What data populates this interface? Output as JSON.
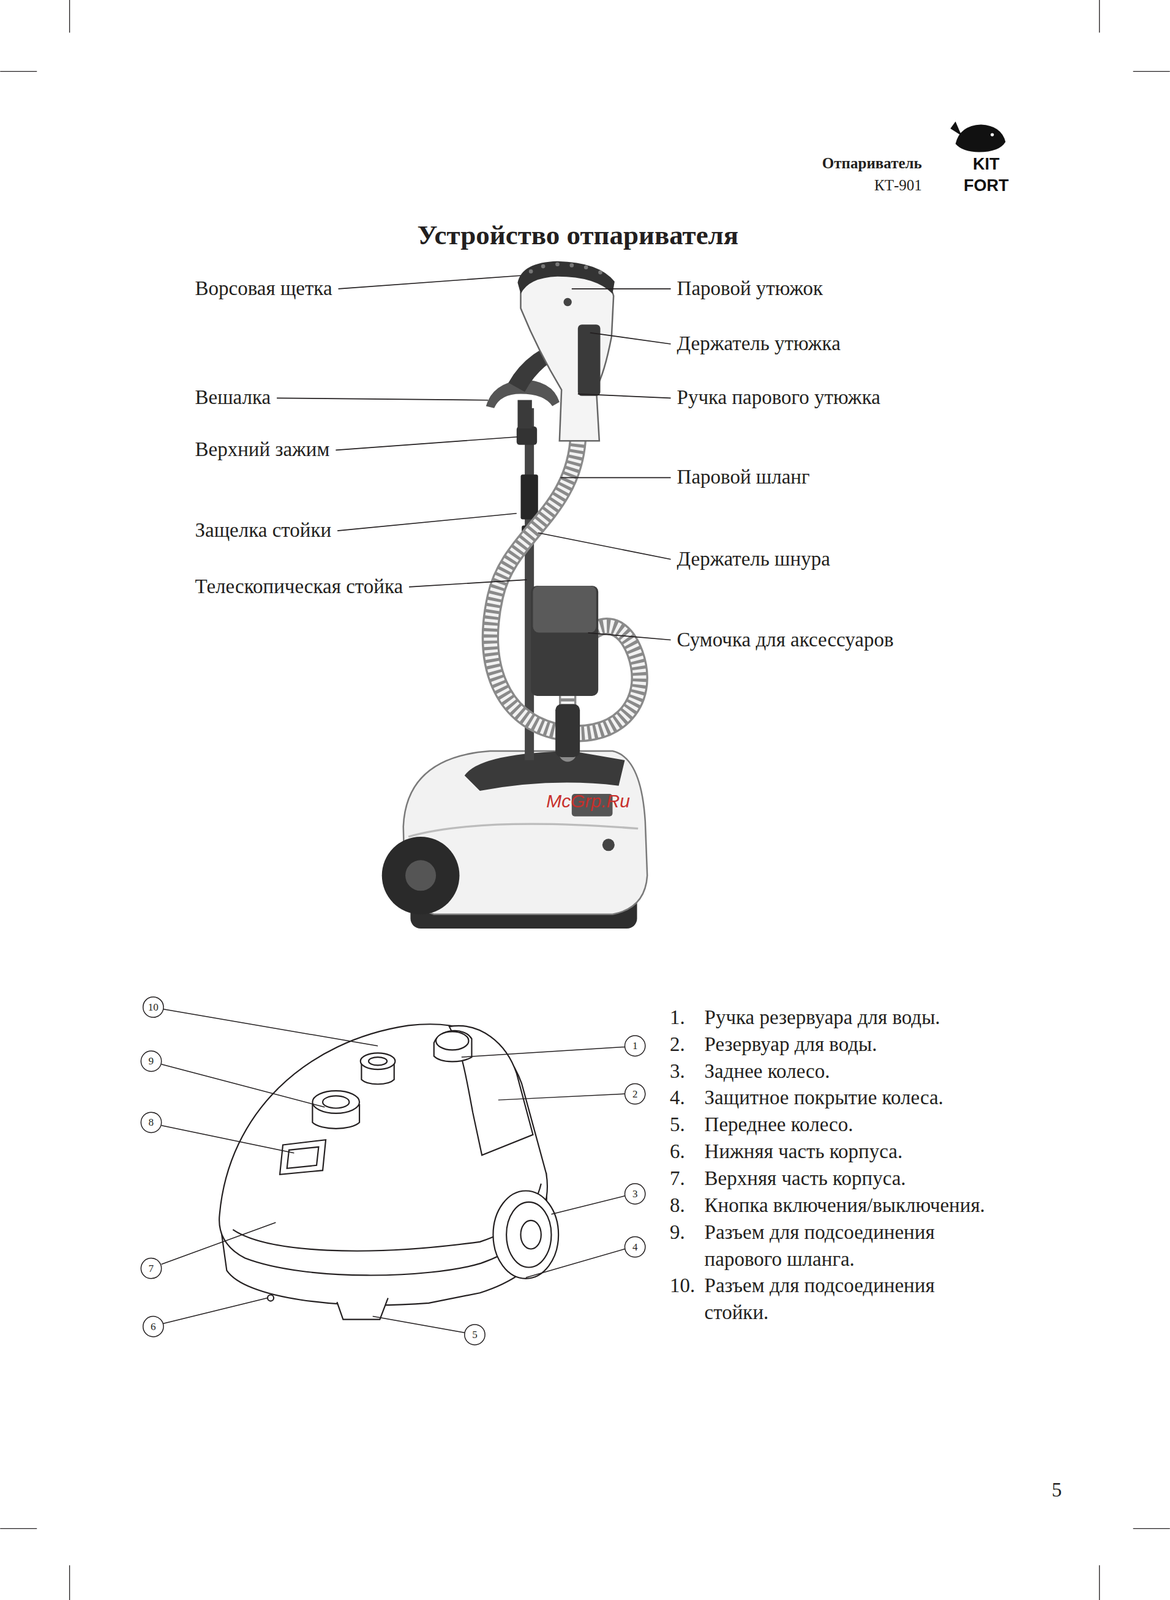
{
  "diagram": {
    "title": "Устройство отпаривателя",
    "labels": [
      "Отпариватель",
      "КТ-901",
      "KIT",
      "FORT",
      "Ворсовая щетка",
      "Вешалка",
      "Верхний зажим",
      "Защелка стойки",
      "Телескопическая стойка",
      "Паровой утюжок",
      "Держатель утюжка",
      "Ручка парового утюжка",
      "Паровой шланг",
      "Держатель шнура",
      "Сумочка для аксессуаров",
      "McGrp.Ru",
      "10",
      "1",
      "9",
      "2",
      "8",
      "3",
      "4",
      "7",
      "6",
      "5",
      "1.",
      "Ручка резервуара для воды.",
      "2.",
      "Резервуар для воды.",
      "3.",
      "Заднее колесо.",
      "4.",
      "Защитное покрытие колеса.",
      "5.",
      "Переднее колесо.",
      "6.",
      "Нижняя часть корпуса.",
      "7.",
      "Верхняя часть корпуса.",
      "8.",
      "Кнопка включения/выключения.",
      "9.",
      "Разъем для подсоединения парового шланга.",
      "10.",
      "Разъем для подсоединения стойки.",
      "5"
    ]
  }
}
